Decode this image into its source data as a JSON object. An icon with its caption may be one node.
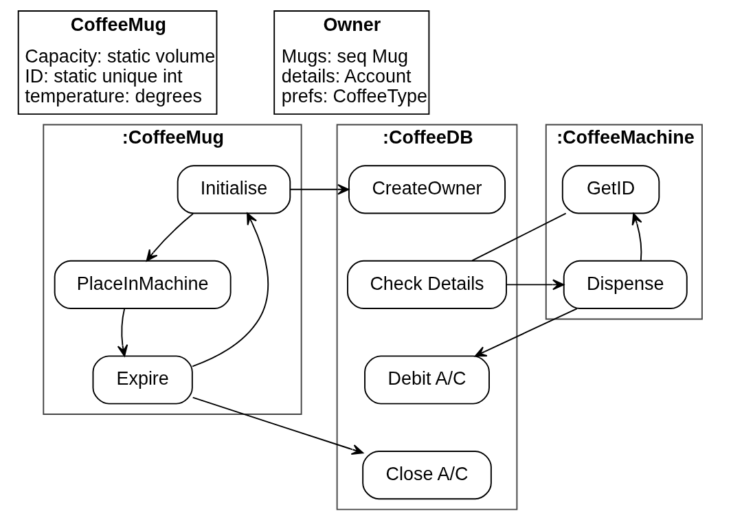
{
  "diagram": {
    "nodes": [
      {
        "text": [
          "CoffeeMug",
          "Capacity: static volume",
          "ID: static unique int",
          "temperature: degrees"
        ]
      },
      {
        "text": [
          "Owner",
          "Mugs: seq Mug",
          "details: Account",
          "prefs: CoffeeType"
        ]
      },
      {
        "text": [
          ":CoffeeMug"
        ]
      },
      {
        "text": [
          "Initialise"
        ],
        "in": 2
      },
      {
        "text": [
          "PlaceInMachine"
        ],
        "in": 2
      },
      {
        "text": [
          "Expire"
        ],
        "in": 2
      },
      {
        "text": [
          ":CoffeeMachine"
        ]
      },
      {
        "text": [
          "GetID"
        ],
        "in": 6
      },
      {
        "text": [
          "Dispense"
        ],
        "in": 6
      },
      {
        "text": [
          ":CoffeeDB"
        ]
      },
      {
        "text": [
          "CreateOwner"
        ],
        "in": 9
      },
      {
        "text": [
          "Check Details"
        ],
        "in": 9
      },
      {
        "text": [
          "Debit A/C"
        ],
        "in": 9
      },
      {
        "text": [
          "Close A/C"
        ],
        "in": 9
      }
    ],
    "edges": [
      {
        "from": 3,
        "to": 10,
        "arrow": "to"
      },
      {
        "from": 3,
        "to": 4,
        "arrow": "to"
      },
      {
        "from": 4,
        "to": 5,
        "arrow": "to"
      },
      {
        "from": 5,
        "to": 3,
        "arrow": "to"
      },
      {
        "from": 7,
        "to": 11,
        "arrow": "none"
      },
      {
        "from": 11,
        "to": 8,
        "arrow": "to"
      },
      {
        "from": 8,
        "to": 7,
        "arrow": "to"
      },
      {
        "from": 8,
        "to": 12,
        "arrow": "to"
      },
      {
        "from": 5,
        "to": 13,
        "arrow": "to"
      }
    ]
  }
}
